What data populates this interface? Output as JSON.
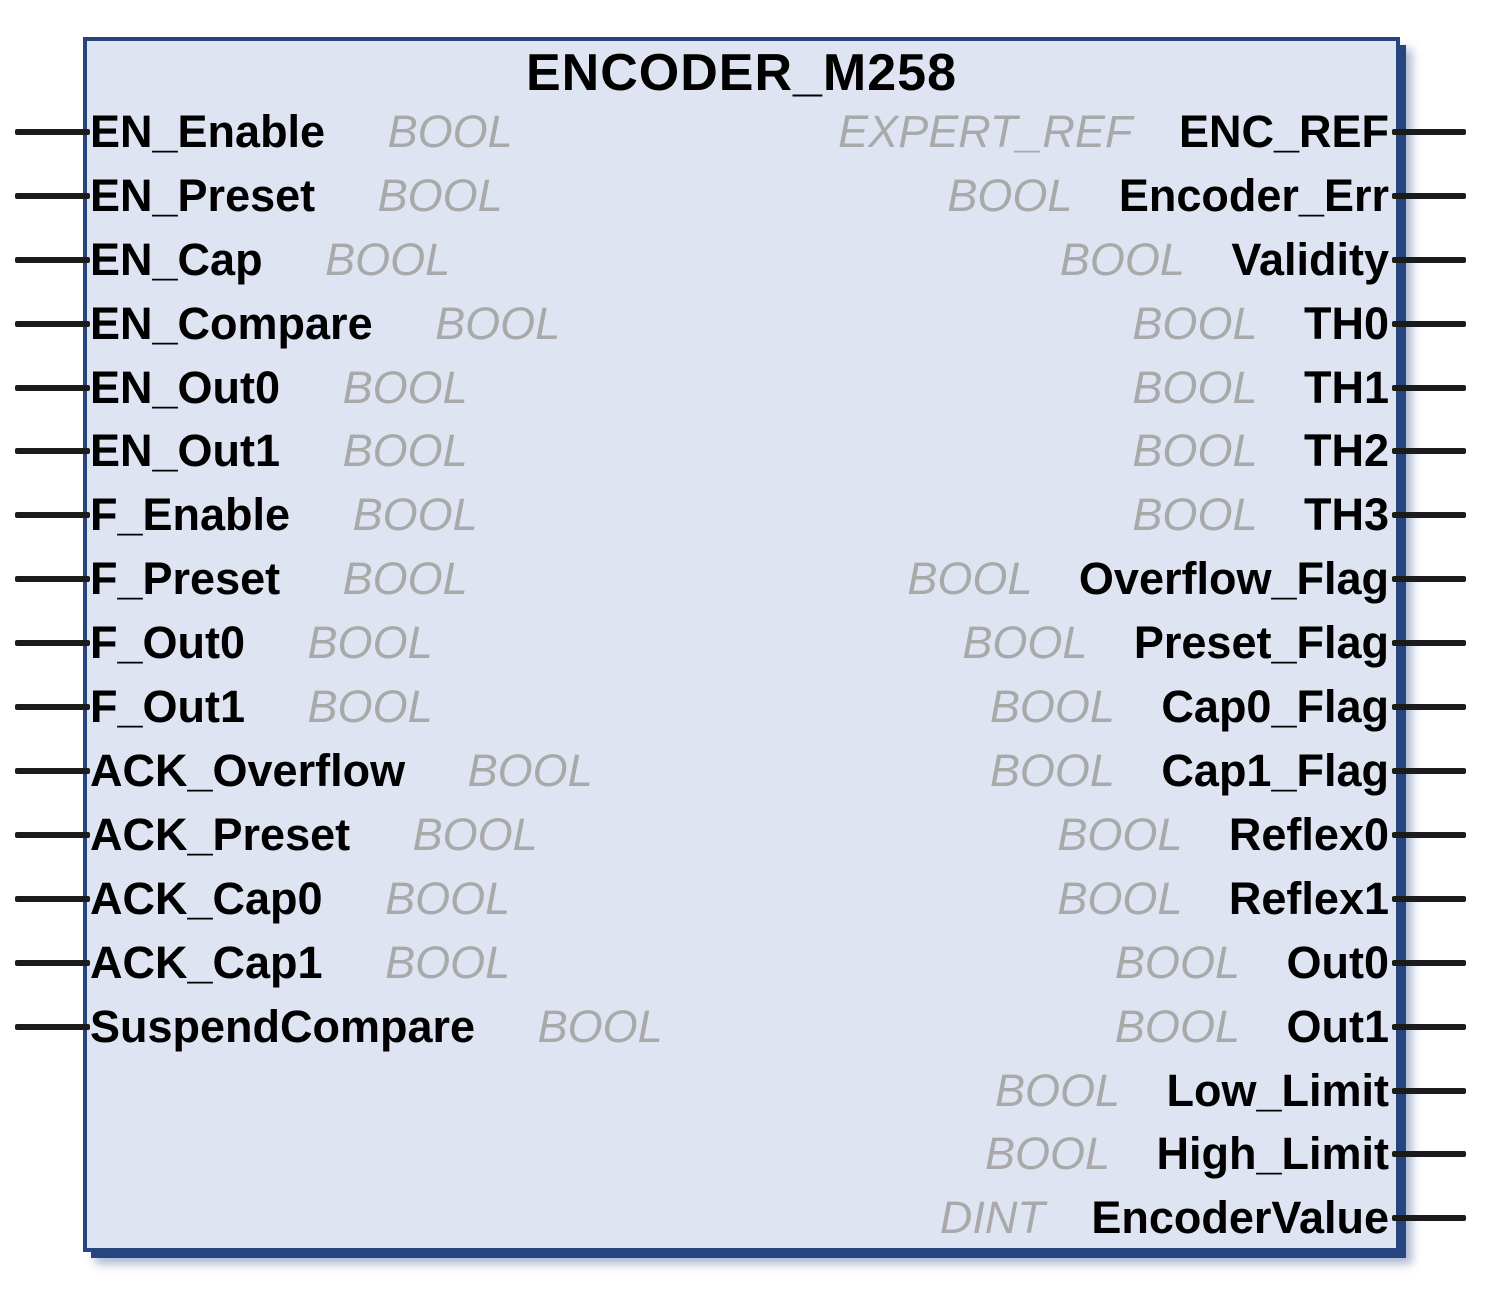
{
  "block": {
    "title": "ENCODER_M258",
    "colors": {
      "fill": "#dee4f1",
      "border": "#26457f",
      "pin_line": "#1b1b1b",
      "label_text": "#000000",
      "type_text": "#a9a9a9",
      "page_background": "#ffffff"
    },
    "inputs": [
      {
        "name": "EN_Enable",
        "type": "BOOL"
      },
      {
        "name": "EN_Preset",
        "type": "BOOL"
      },
      {
        "name": "EN_Cap",
        "type": "BOOL"
      },
      {
        "name": "EN_Compare",
        "type": "BOOL"
      },
      {
        "name": "EN_Out0",
        "type": "BOOL"
      },
      {
        "name": "EN_Out1",
        "type": "BOOL"
      },
      {
        "name": "F_Enable",
        "type": "BOOL"
      },
      {
        "name": "F_Preset",
        "type": "BOOL"
      },
      {
        "name": "F_Out0",
        "type": "BOOL"
      },
      {
        "name": "F_Out1",
        "type": "BOOL"
      },
      {
        "name": "ACK_Overflow",
        "type": "BOOL"
      },
      {
        "name": "ACK_Preset",
        "type": "BOOL"
      },
      {
        "name": "ACK_Cap0",
        "type": "BOOL"
      },
      {
        "name": "ACK_Cap1",
        "type": "BOOL"
      },
      {
        "name": "SuspendCompare",
        "type": "BOOL"
      }
    ],
    "outputs": [
      {
        "type": "EXPERT_REF",
        "name": "ENC_REF"
      },
      {
        "type": "BOOL",
        "name": "Encoder_Err"
      },
      {
        "type": "BOOL",
        "name": "Validity"
      },
      {
        "type": "BOOL",
        "name": "TH0"
      },
      {
        "type": "BOOL",
        "name": "TH1"
      },
      {
        "type": "BOOL",
        "name": "TH2"
      },
      {
        "type": "BOOL",
        "name": "TH3"
      },
      {
        "type": "BOOL",
        "name": "Overflow_Flag"
      },
      {
        "type": "BOOL",
        "name": "Preset_Flag"
      },
      {
        "type": "BOOL",
        "name": "Cap0_Flag"
      },
      {
        "type": "BOOL",
        "name": "Cap1_Flag"
      },
      {
        "type": "BOOL",
        "name": "Reflex0"
      },
      {
        "type": "BOOL",
        "name": "Reflex1"
      },
      {
        "type": "BOOL",
        "name": "Out0"
      },
      {
        "type": "BOOL",
        "name": "Out1"
      },
      {
        "type": "BOOL",
        "name": "Low_Limit"
      },
      {
        "type": "BOOL",
        "name": "High_Limit"
      },
      {
        "type": "DINT",
        "name": "EncoderValue"
      }
    ]
  }
}
